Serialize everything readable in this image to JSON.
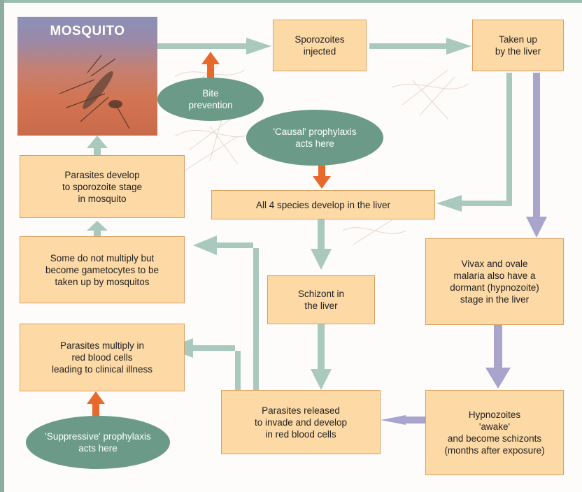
{
  "mosquito": {
    "title": "MOSQUITO"
  },
  "boxes": {
    "sporozoites": "Sporozoites\ninjected",
    "liver_uptake": "Taken up\nby the liver",
    "develop_sporozoite": "Parasites develop\nto sporozoite stage\nin mosquito",
    "all_species": "All 4 species develop in the liver",
    "gametocytes": "Some do not multiply but\nbecome gametocytes to be\ntaken up by mosquitos",
    "schizont": "Schizont in\nthe liver",
    "vivax": "Vivax and ovale\nmalaria also have a\ndormant (hypnozoite)\nstage in the liver",
    "multiply": "Parasites multiply in\nred blood cells\nleading to clinical illness",
    "released": "Parasites released\nto invade and develop\nin red blood cells",
    "hypnozoites": "Hypnozoites\n'awake'\nand become schizonts\n(months after exposure)"
  },
  "ovals": {
    "bite": "Bite\nprevention",
    "causal": "'Causal' prophylaxis\nacts here",
    "suppressive": "'Suppressive' prophylaxis\nacts here"
  },
  "colors": {
    "box_fill": "#fdd9a6",
    "box_border": "#d9a060",
    "oval_fill": "#6b9a88",
    "teal_arrow": "#a9c8be",
    "purple_arrow": "#a8a4cc",
    "orange_arrow": "#e8692c"
  }
}
